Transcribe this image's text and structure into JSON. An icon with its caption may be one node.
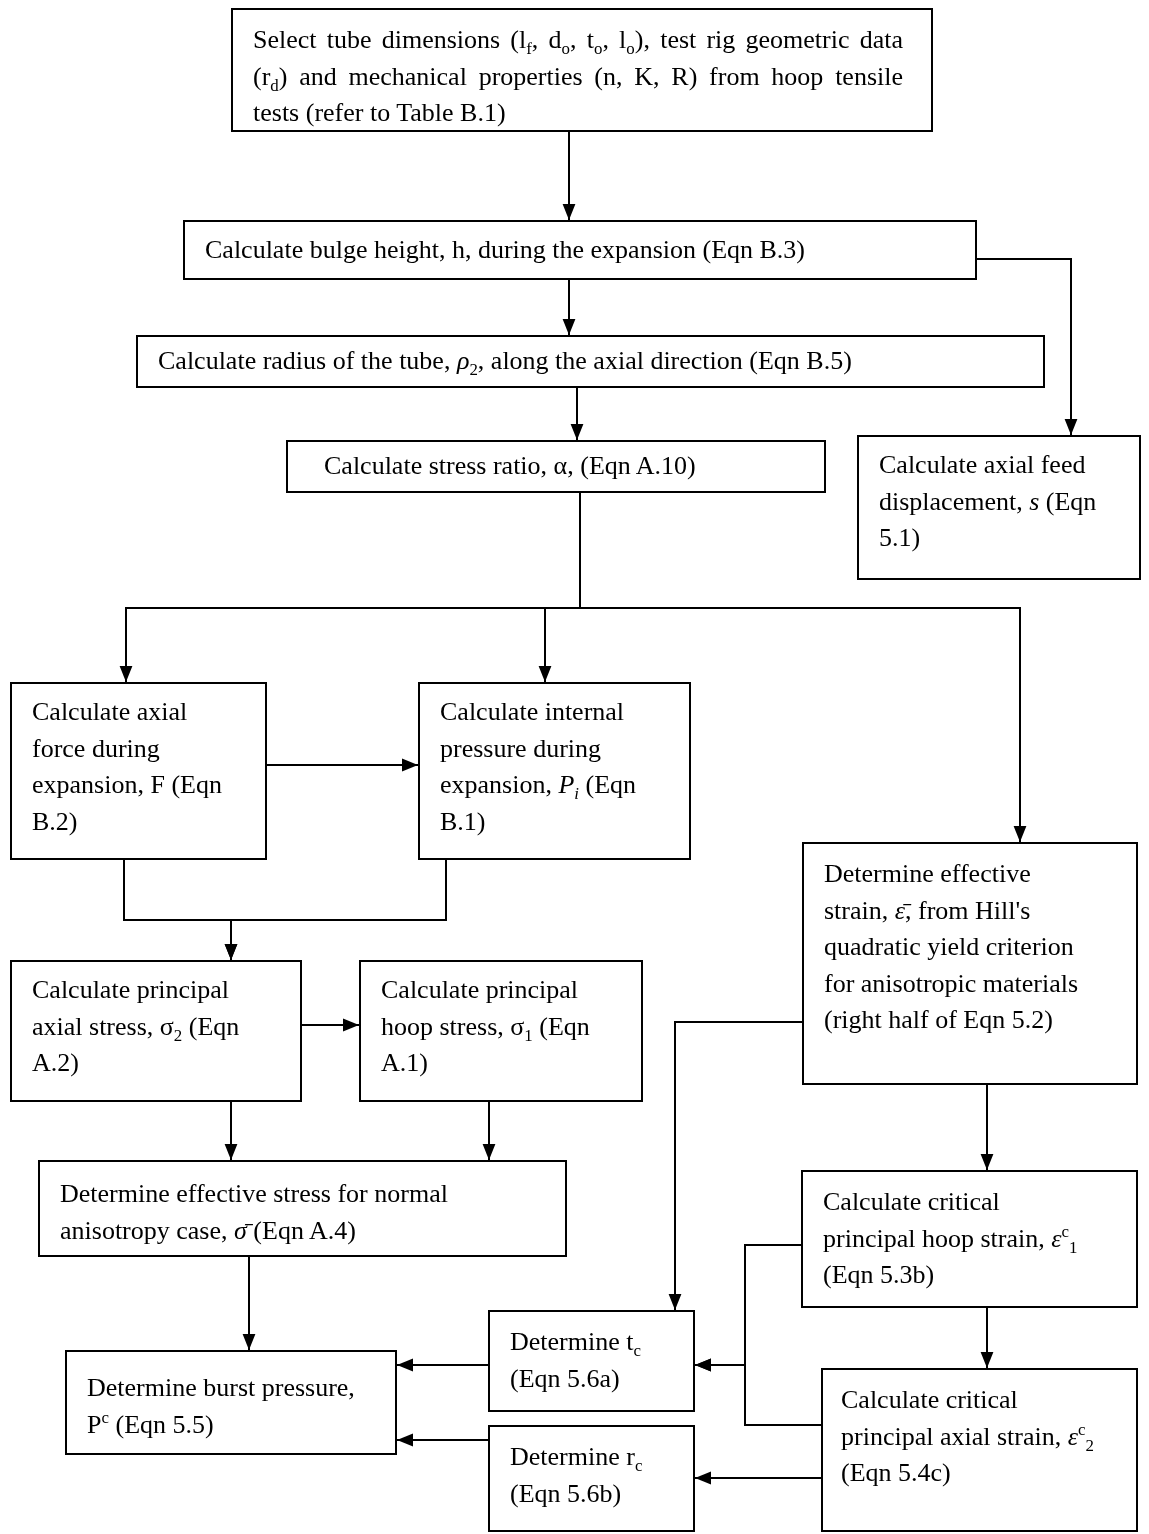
{
  "diagram": {
    "nodes": [
      {
        "text": [
          "Select tube dimensions (l$_{f}$, d$_{o}$, t$_{o}$, l$_{o}$), test rig geometric data (r$_{d}$) and mechanical properties (n, K, R) from hoop tensile tests (refer to Table B.1)"
        ]
      },
      {
        "text": [
          "Calculate bulge height, h, during the expansion (Eqn B.3)"
        ]
      },
      {
        "text": [
          "Calculate radius of the tube, *ρ*$_{2}$, along the axial direction (Eqn B.5)"
        ]
      },
      {
        "text": [
          "Calculate stress ratio, α, (Eqn A.10)"
        ]
      },
      {
        "text": [
          "Calculate axial feed displacement, *s* (Eqn 5.1)"
        ]
      },
      {
        "text": [
          "Calculate axial force during expansion, F (Eqn B.2)"
        ]
      },
      {
        "text": [
          "Calculate internal pressure during expansion, *P$_{i}$* (Eqn B.1)"
        ]
      },
      {
        "text": [
          "Determine effective strain, *ε̄*, from Hill's quadratic yield criterion for anisotropic materials (right half of Eqn 5.2)"
        ]
      },
      {
        "text": [
          "Calculate principal axial stress, σ$_{2}$ (Eqn A.2)"
        ]
      },
      {
        "text": [
          "Calculate principal hoop stress, σ$_{1}$ (Eqn A.1)"
        ]
      },
      {
        "text": [
          "Determine effective stress for normal anisotropy case, *σ̄* (Eqn A.4)"
        ]
      },
      {
        "text": [
          "Calculate critical principal hoop strain, *ε*$^{c}$$_{1}$ (Eqn 5.3b)"
        ]
      },
      {
        "text": [
          "Determine t$_{c}$ (Eqn 5.6a)"
        ]
      },
      {
        "text": [
          "Determine burst pressure, P$^{c}$ (Eqn 5.5)"
        ]
      },
      {
        "text": [
          "Calculate critical principal axial strain, *ε*$^{c}$$_{2}$ (Eqn 5.4c)"
        ]
      },
      {
        "text": [
          "Determine r$_{c}$ (Eqn 5.6b)"
        ]
      }
    ],
    "edges": [
      {
        "from": 0,
        "to": 1,
        "arrow": "to"
      },
      {
        "from": 1,
        "to": 2,
        "arrow": "to"
      },
      {
        "from": 1,
        "to": 4,
        "arrow": "to"
      },
      {
        "from": 2,
        "to": 3,
        "arrow": "to"
      },
      {
        "from": 3,
        "to": 5,
        "arrow": "to"
      },
      {
        "from": 3,
        "to": 6,
        "arrow": "to"
      },
      {
        "from": 3,
        "to": 7,
        "arrow": "to"
      },
      {
        "from": 5,
        "to": 6,
        "arrow": "to"
      },
      {
        "from": 5,
        "to": 8,
        "arrow": "to"
      },
      {
        "from": 6,
        "to": 8,
        "arrow": "to"
      },
      {
        "from": 8,
        "to": 9,
        "arrow": "to"
      },
      {
        "from": 8,
        "to": 10,
        "arrow": "to"
      },
      {
        "from": 9,
        "to": 10,
        "arrow": "to"
      },
      {
        "from": 10,
        "to": 13,
        "arrow": "to"
      },
      {
        "from": 7,
        "to": 12,
        "arrow": "to"
      },
      {
        "from": 7,
        "to": 11,
        "arrow": "to"
      },
      {
        "from": 11,
        "to": 12,
        "arrow": "to"
      },
      {
        "from": 14,
        "to": 12,
        "arrow": "to"
      },
      {
        "from": 11,
        "to": 14,
        "arrow": "to"
      },
      {
        "from": 12,
        "to": 13,
        "arrow": "to"
      },
      {
        "from": 15,
        "to": 13,
        "arrow": "to"
      },
      {
        "from": 14,
        "to": 15,
        "arrow": "to"
      }
    ]
  }
}
